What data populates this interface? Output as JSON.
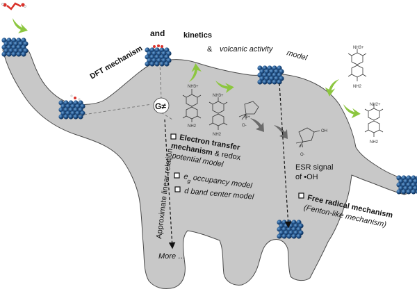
{
  "title": {
    "part1": "DFT mechanism",
    "part2": "and",
    "part3": "kinetics",
    "part4": "&",
    "part5": "volcanic activity",
    "part6": "model"
  },
  "g_symbol": "G≠",
  "left_box": {
    "line1": "Electron transfer",
    "line2": "mechanism",
    "line2b": " & redox",
    "line3": "potential model",
    "item2": "eg occupancy model",
    "item2_base": "e",
    "item2_sub": "g",
    "item2_rest": " occupancy model",
    "item3": "d band center model"
  },
  "vertical_label": "Approximate linear relation",
  "more_label": "More …",
  "esr": {
    "line1": "ESR signal",
    "line2": "of •OH"
  },
  "right_box": {
    "line1": "Free radical mechanism",
    "line2": "(Fenton-like mechanism)"
  },
  "molecules": {
    "tmb_oxidized_charge": "NH3+",
    "tmb_reduced_amine": "NH2",
    "dmpo_n_plus": "N+",
    "dmpo_o_minus": "O-",
    "dmpo_oh_n": "N",
    "dmpo_oh_o": "O·",
    "dmpo_oh_group": "OH",
    "tmb_top_right_charge": "NH3+",
    "tmb_top_right_amine": "NH2",
    "tmb_right_charge": "NH2+",
    "tmb_right_amine": "NH2"
  },
  "colors": {
    "elephant_fill": "#c8c8c8",
    "cube_blue": "#1f4f86",
    "arrow_green": "#8cc63f",
    "arrow_gray": "#6b6b6b"
  }
}
